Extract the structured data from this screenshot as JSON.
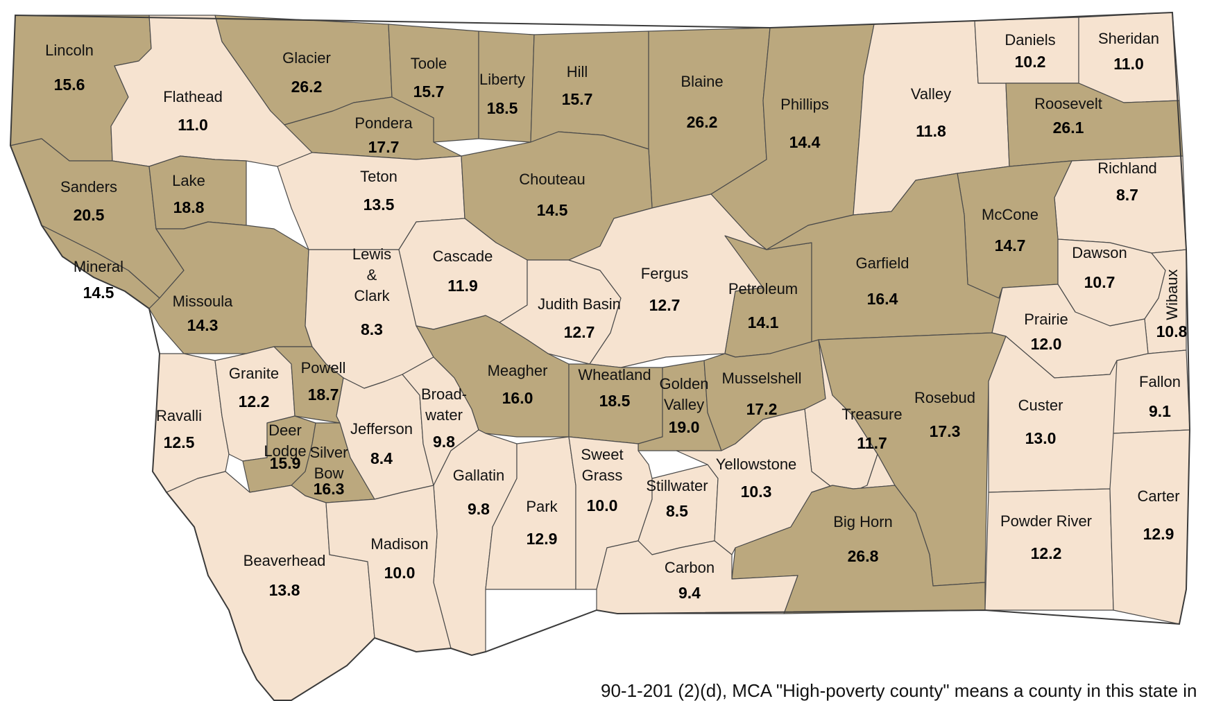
{
  "map": {
    "colors": {
      "high_poverty": "#bba87e",
      "other": "#f6e3d0",
      "border": "#4a4a4a"
    },
    "counties": [
      {
        "id": "lincoln",
        "name": "Lincoln",
        "value": "15.6",
        "high": true
      },
      {
        "id": "flathead",
        "name": "Flathead",
        "value": "11.0",
        "high": false
      },
      {
        "id": "glacier",
        "name": "Glacier",
        "value": "26.2",
        "high": true
      },
      {
        "id": "toole",
        "name": "Toole",
        "value": "15.7",
        "high": true
      },
      {
        "id": "liberty",
        "name": "Liberty",
        "value": "18.5",
        "high": true
      },
      {
        "id": "hill",
        "name": "Hill",
        "value": "15.7",
        "high": true
      },
      {
        "id": "blaine",
        "name": "Blaine",
        "value": "26.2",
        "high": true
      },
      {
        "id": "phillips",
        "name": "Phillips",
        "value": "14.4",
        "high": true
      },
      {
        "id": "valley",
        "name": "Valley",
        "value": "11.8",
        "high": false
      },
      {
        "id": "daniels",
        "name": "Daniels",
        "value": "10.2",
        "high": false
      },
      {
        "id": "sheridan",
        "name": "Sheridan",
        "value": "11.0",
        "high": false
      },
      {
        "id": "roosevelt",
        "name": "Roosevelt",
        "value": "26.1",
        "high": true
      },
      {
        "id": "pondera",
        "name": "Pondera",
        "value": "17.7",
        "high": true
      },
      {
        "id": "sanders",
        "name": "Sanders",
        "value": "20.5",
        "high": true
      },
      {
        "id": "lake",
        "name": "Lake",
        "value": "18.8",
        "high": true
      },
      {
        "id": "teton",
        "name": "Teton",
        "value": "13.5",
        "high": false
      },
      {
        "id": "chouteau",
        "name": "Chouteau",
        "value": "14.5",
        "high": true
      },
      {
        "id": "richland",
        "name": "Richland",
        "value": "8.7",
        "high": false
      },
      {
        "id": "mccone",
        "name": "McCone",
        "value": "14.7",
        "high": true
      },
      {
        "id": "mineral",
        "name": "Mineral",
        "value": "14.5",
        "high": true
      },
      {
        "id": "missoula",
        "name": "Missoula",
        "value": "14.3",
        "high": true
      },
      {
        "id": "lewis-clark",
        "name": "Lewis & Clark",
        "lines": [
          "Lewis",
          "&",
          "Clark"
        ],
        "value": "8.3",
        "high": false
      },
      {
        "id": "cascade",
        "name": "Cascade",
        "value": "11.9",
        "high": false
      },
      {
        "id": "judith-basin",
        "name": "Judith Basin",
        "value": "12.7",
        "high": false
      },
      {
        "id": "fergus",
        "name": "Fergus",
        "value": "12.7",
        "high": false
      },
      {
        "id": "petroleum",
        "name": "Petroleum",
        "value": "14.1",
        "high": true
      },
      {
        "id": "garfield",
        "name": "Garfield",
        "value": "16.4",
        "high": true
      },
      {
        "id": "dawson",
        "name": "Dawson",
        "value": "10.7",
        "high": false
      },
      {
        "id": "wibaux",
        "name": "Wibaux",
        "value": "10.8",
        "high": false
      },
      {
        "id": "prairie",
        "name": "Prairie",
        "value": "12.0",
        "high": false
      },
      {
        "id": "ravalli",
        "name": "Ravalli",
        "value": "12.5",
        "high": false
      },
      {
        "id": "granite",
        "name": "Granite",
        "value": "12.2",
        "high": false
      },
      {
        "id": "powell",
        "name": "Powell",
        "value": "18.7",
        "high": true
      },
      {
        "id": "deer-lodge",
        "name": "Deer Lodge",
        "lines": [
          "Deer",
          "Lodge"
        ],
        "value": "15.9",
        "high": true
      },
      {
        "id": "silver-bow",
        "name": "Silver Bow",
        "lines": [
          "Silver",
          "Bow"
        ],
        "value": "16.3",
        "high": true
      },
      {
        "id": "jefferson",
        "name": "Jefferson",
        "value": "8.4",
        "high": false
      },
      {
        "id": "broadwater",
        "name": "Broadwater",
        "lines": [
          "Broad-",
          "water"
        ],
        "value": "9.8",
        "high": false
      },
      {
        "id": "meagher",
        "name": "Meagher",
        "value": "16.0",
        "high": true
      },
      {
        "id": "wheatland",
        "name": "Wheatland",
        "value": "18.5",
        "high": true
      },
      {
        "id": "golden-valley",
        "name": "Golden Valley",
        "lines": [
          "Golden",
          "Valley"
        ],
        "value": "19.0",
        "high": true
      },
      {
        "id": "musselshell",
        "name": "Musselshell",
        "value": "17.2",
        "high": true
      },
      {
        "id": "treasure",
        "name": "Treasure",
        "value": "11.7",
        "high": false
      },
      {
        "id": "rosebud",
        "name": "Rosebud",
        "value": "17.3",
        "high": true
      },
      {
        "id": "custer",
        "name": "Custer",
        "value": "13.0",
        "high": false
      },
      {
        "id": "fallon",
        "name": "Fallon",
        "value": "9.1",
        "high": false
      },
      {
        "id": "gallatin",
        "name": "Gallatin",
        "value": "9.8",
        "high": false
      },
      {
        "id": "park",
        "name": "Park",
        "value": "12.9",
        "high": false
      },
      {
        "id": "sweet-grass",
        "name": "Sweet Grass",
        "lines": [
          "Sweet",
          "Grass"
        ],
        "value": "10.0",
        "high": false
      },
      {
        "id": "stillwater",
        "name": "Stillwater",
        "value": "8.5",
        "high": false
      },
      {
        "id": "yellowstone",
        "name": "Yellowstone",
        "value": "10.3",
        "high": false
      },
      {
        "id": "big-horn",
        "name": "Big Horn",
        "value": "26.8",
        "high": true
      },
      {
        "id": "powder-river",
        "name": "Powder River",
        "value": "12.2",
        "high": false
      },
      {
        "id": "carter",
        "name": "Carter",
        "value": "12.9",
        "high": false
      },
      {
        "id": "beaverhead",
        "name": "Beaverhead",
        "value": "13.8",
        "high": false
      },
      {
        "id": "madison",
        "name": "Madison",
        "value": "10.0",
        "high": false
      },
      {
        "id": "carbon",
        "name": "Carbon",
        "value": "9.4",
        "high": false
      }
    ]
  },
  "footnote": "90-1-201 (2)(d), MCA  \"High-poverty county\" means a county in this state in"
}
